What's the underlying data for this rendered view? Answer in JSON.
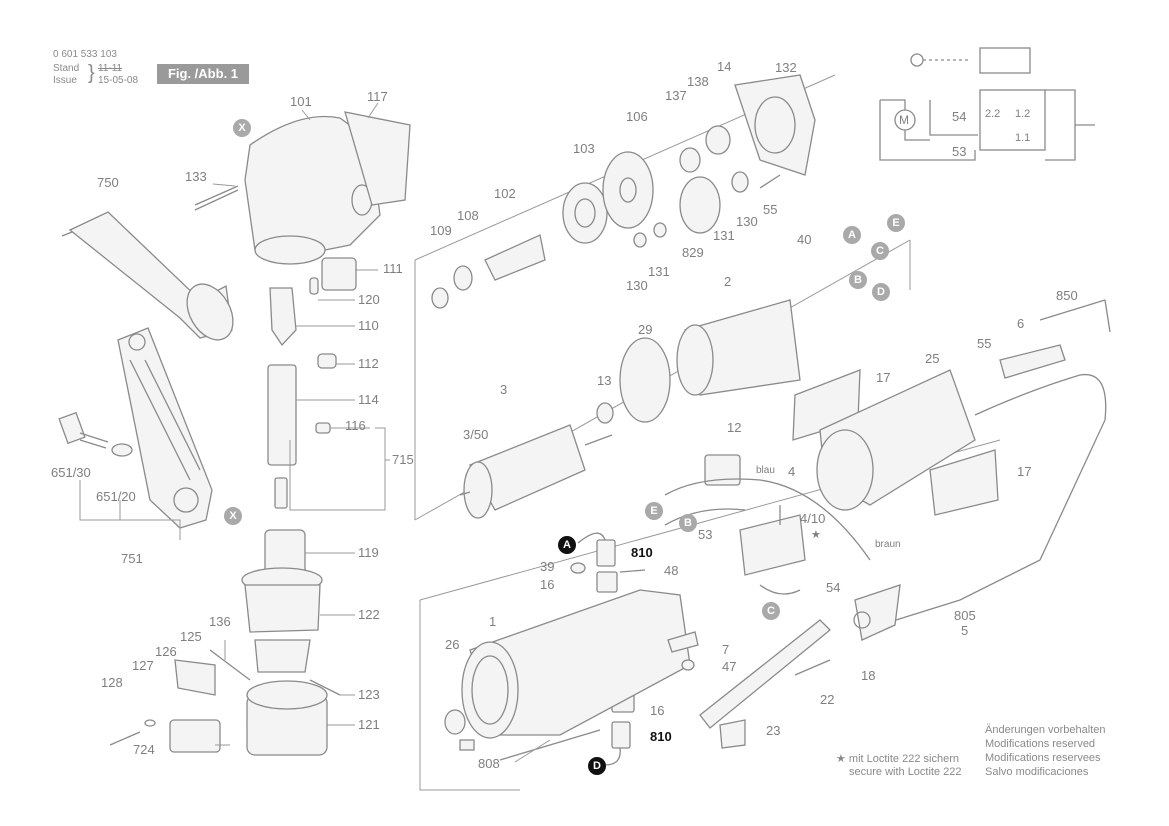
{
  "header": {
    "part_number": "0 601 533 103",
    "stand_label": "Stand",
    "issue_label": "Issue",
    "stand_value": "11-11",
    "issue_value": "15-05-08",
    "figure_label": "Fig. /Abb. 1"
  },
  "part_labels": {
    "p101": "101",
    "p117": "117",
    "p133": "133",
    "p750": "750",
    "p109": "109",
    "p108": "108",
    "p102": "102",
    "p103": "103",
    "p106": "106",
    "p137": "137",
    "p138": "138",
    "p14": "14",
    "p132": "132",
    "p130a": "130",
    "p55a": "55",
    "p131a": "131",
    "p829": "829",
    "p131b": "131",
    "p130b": "130",
    "p111": "111",
    "p120": "120",
    "p110": "110",
    "p112": "112",
    "p114": "114",
    "p116": "116",
    "p715": "715",
    "p651_30": "651/30",
    "p651_20": "651/20",
    "p751": "751",
    "p40": "40",
    "p2": "2",
    "p850": "850",
    "p6": "6",
    "p29": "29",
    "p55b": "55",
    "p25": "25",
    "p17a": "17",
    "p3": "3",
    "p3_50": "3/50",
    "p13": "13",
    "p12": "12",
    "p4": "4",
    "p4_10": "4/10",
    "p17b": "17",
    "p53": "53",
    "p54": "54",
    "p119": "119",
    "p810a": "810",
    "p39": "39",
    "p48": "48",
    "p16a": "16",
    "p122": "122",
    "p136": "136",
    "p125": "125",
    "p126": "126",
    "p127": "127",
    "p128": "128",
    "p123": "123",
    "p121": "121",
    "p724": "724",
    "p1": "1",
    "p26": "26",
    "p7": "7",
    "p47": "47",
    "p18": "18",
    "p22": "22",
    "p16b": "16",
    "p810b": "810",
    "p23": "23",
    "p808": "808",
    "p805": "805",
    "p5": "5",
    "s54": "54",
    "s53": "53",
    "s22": "2.2",
    "s12": "1.2",
    "s11": "1.1"
  },
  "wire_labels": {
    "blau": "blau",
    "braun": "braun",
    "motor": "M"
  },
  "connectors": {
    "X1": "X",
    "X2": "X",
    "A1": "A",
    "E1": "E",
    "C1": "C",
    "B1": "B",
    "D1": "D",
    "E2": "E",
    "B2": "B",
    "C2": "C",
    "A2": "A",
    "D2": "D"
  },
  "notes": {
    "star": "★",
    "loctite_de": "★ mit Loctite 222 sichern",
    "loctite_en": "secure with Loctite 222",
    "mod_de": "Änderungen vorbehalten",
    "mod_en": "Modifications reserved",
    "mod_fr": "Modifications reservees",
    "mod_es": "Salvo modificaciones"
  }
}
